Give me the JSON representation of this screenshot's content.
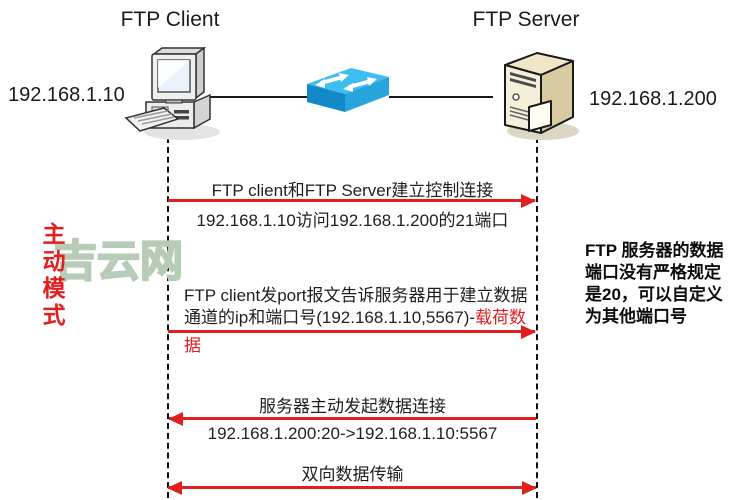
{
  "diagram": {
    "client": {
      "title": "FTP Client",
      "ip": "192.168.1.10"
    },
    "server": {
      "title": "FTP Server",
      "ip": "192.168.1.200"
    },
    "mode_label": "主动模式",
    "watermark": "吉云网",
    "messages": [
      {
        "direction": "right",
        "label": "FTP client和FTP Server建立控制连接",
        "sublabel": "192.168.1.10访问192.168.1.200的21端口"
      },
      {
        "direction": "right",
        "line1": "FTP client发port报文告诉服务器用于建立数据",
        "line2_black": "通道的ip和端口号(192.168.1.10,5567)-",
        "line2_red": "载荷数",
        "line3_red": "据"
      },
      {
        "direction": "left",
        "label": "服务器主动发起数据连接",
        "sublabel": "192.168.1.200:20->192.168.1.10:5567"
      },
      {
        "direction": "both",
        "label": "双向数据传输"
      }
    ],
    "note": {
      "lines": [
        "FTP 服务器的数据",
        "端口没有严格规定",
        "是20，可以自定义",
        "为其他端口号"
      ]
    },
    "colors": {
      "arrow_red": "#e02020",
      "text_red": "#e02020",
      "switch_blue": "#29a5dd",
      "server_tan": "#e9dfc0",
      "watermark_green": "#b6ccb6"
    }
  }
}
